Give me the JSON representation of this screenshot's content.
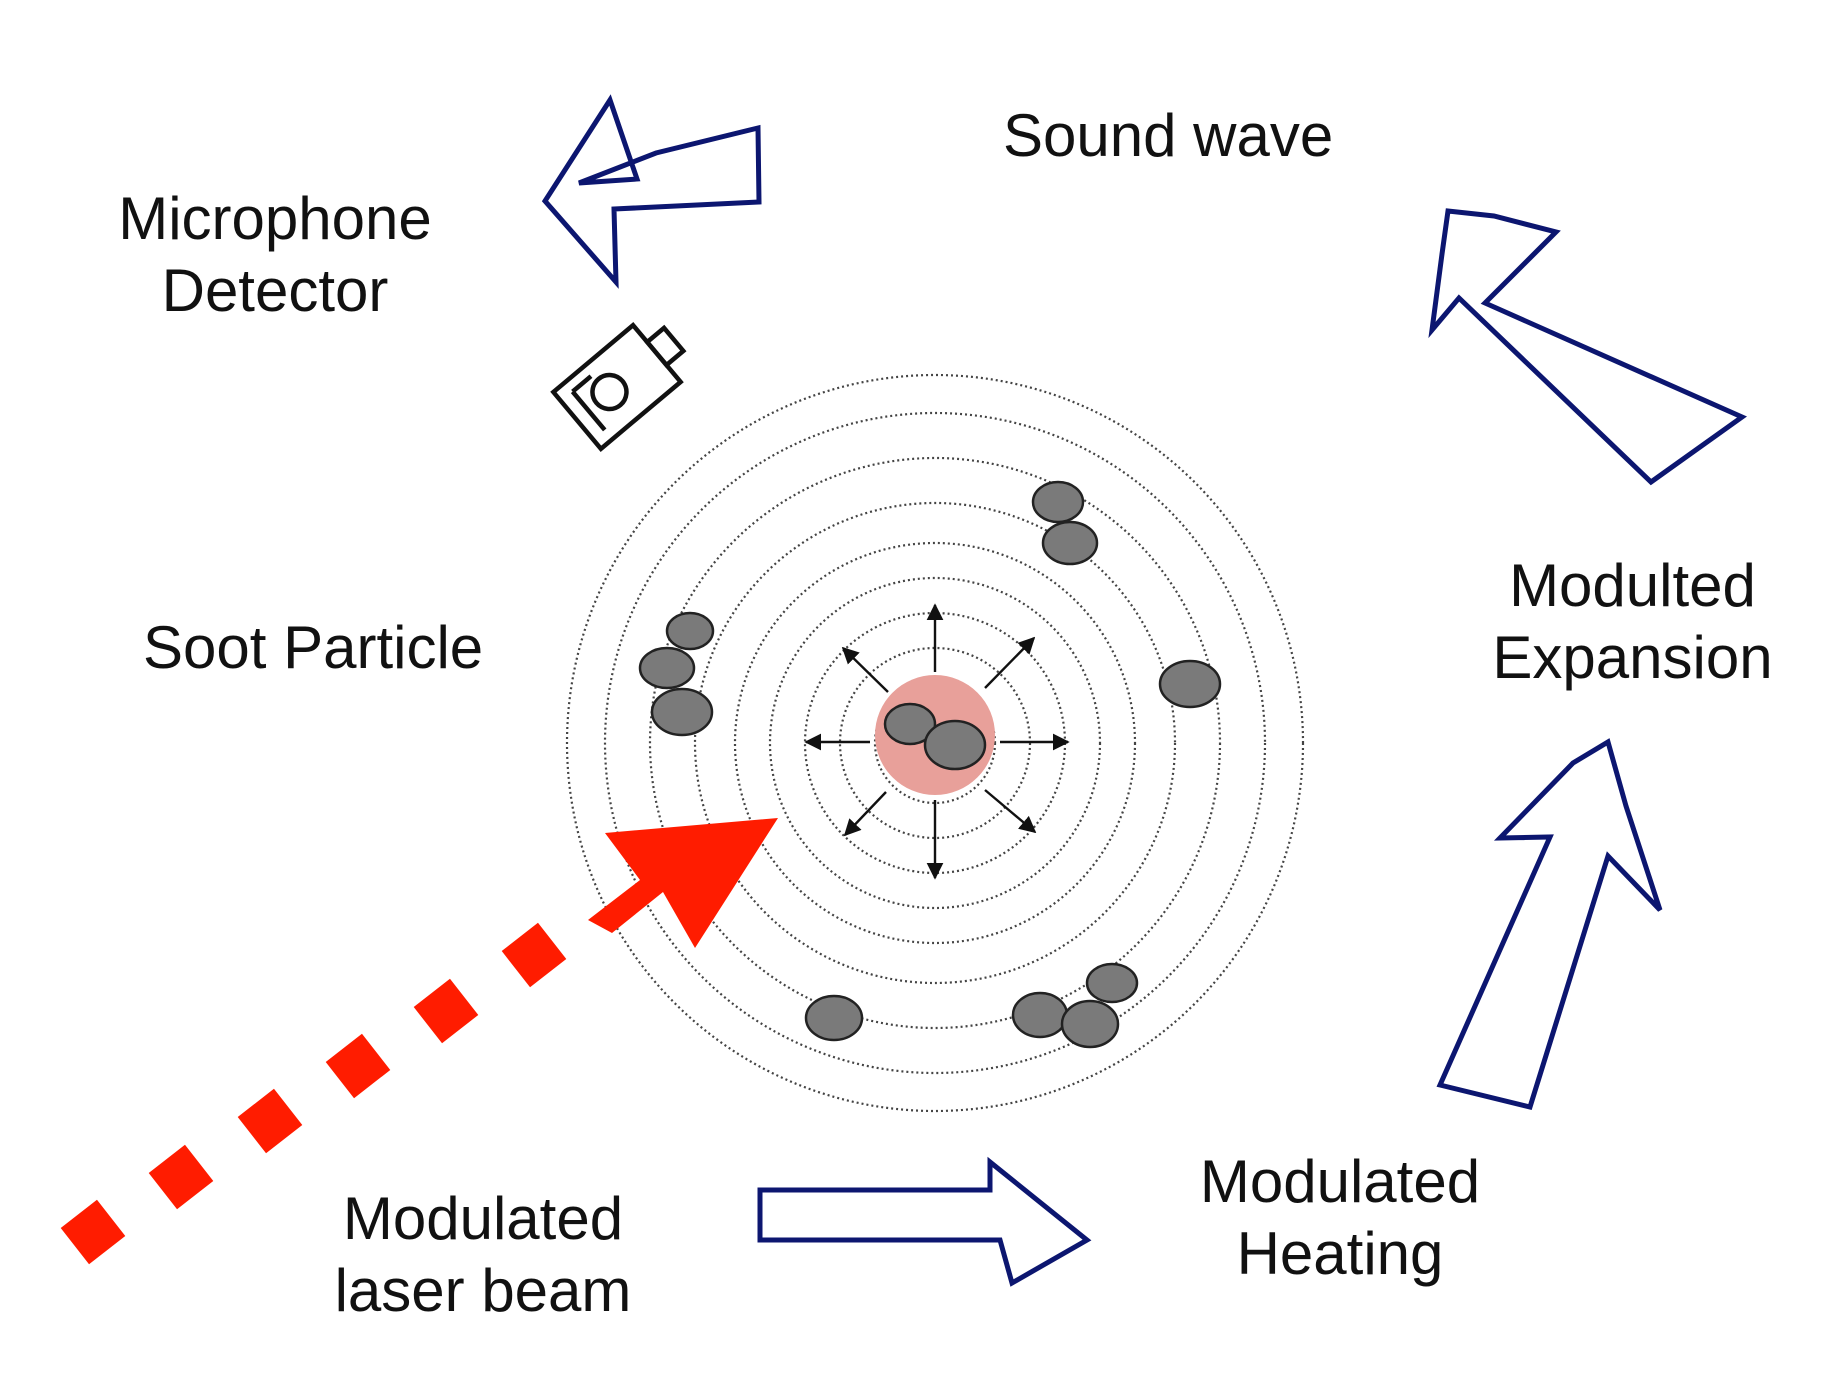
{
  "labels": {
    "sound_wave": "Sound wave",
    "microphone_line1": "Microphone",
    "microphone_line2": "Detector",
    "soot_particle": "Soot Particle",
    "expansion_line1": "Modulted",
    "expansion_line2": "Expansion",
    "heating_line1": "Modulated",
    "heating_line2": "Heating",
    "laser_line1": "Modulated",
    "laser_line2": "laser beam"
  },
  "colors": {
    "process_arrow_outline": "#0c1670",
    "laser_beam": "#ff1c00",
    "particle_fill": "#7a7a7a",
    "heated_zone": "#e8a09a",
    "wave_rings": "#444444",
    "text": "#111111"
  },
  "icons": {
    "microphone": "microphone-icon",
    "process_arrow": "hollow-arrow-icon"
  }
}
